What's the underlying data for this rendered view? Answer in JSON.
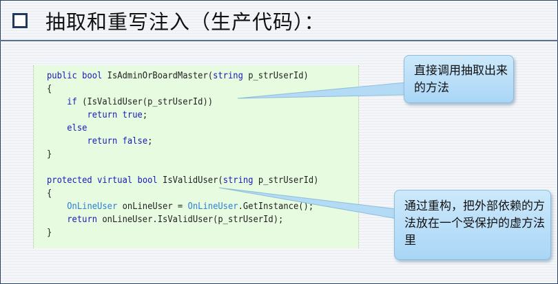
{
  "slide": {
    "title": "抽取和重写注入（生产代码）："
  },
  "code": {
    "lines": [
      [
        {
          "t": "public",
          "c": "kw"
        },
        {
          "t": " "
        },
        {
          "t": "bool",
          "c": "kw"
        },
        {
          "t": " IsAdminOrBoardMaster("
        },
        {
          "t": "string",
          "c": "kw"
        },
        {
          "t": " p_strUserId)"
        }
      ],
      [
        {
          "t": "{"
        }
      ],
      [
        {
          "t": "    "
        },
        {
          "t": "if",
          "c": "kw"
        },
        {
          "t": " (IsValidUser(p_strUserId))"
        }
      ],
      [
        {
          "t": "        "
        },
        {
          "t": "return",
          "c": "kw"
        },
        {
          "t": " "
        },
        {
          "t": "true",
          "c": "kw"
        },
        {
          "t": ";"
        }
      ],
      [
        {
          "t": "    "
        },
        {
          "t": "else",
          "c": "kw"
        }
      ],
      [
        {
          "t": "        "
        },
        {
          "t": "return",
          "c": "kw"
        },
        {
          "t": " "
        },
        {
          "t": "false",
          "c": "kw"
        },
        {
          "t": ";"
        }
      ],
      [
        {
          "t": "}"
        }
      ],
      [
        {
          "t": ""
        }
      ],
      [
        {
          "t": "protected",
          "c": "kw"
        },
        {
          "t": " "
        },
        {
          "t": "virtual",
          "c": "kw"
        },
        {
          "t": " "
        },
        {
          "t": "bool",
          "c": "kw"
        },
        {
          "t": " IsValidUser("
        },
        {
          "t": "string",
          "c": "kw"
        },
        {
          "t": " p_strUserId)"
        }
      ],
      [
        {
          "t": "{"
        }
      ],
      [
        {
          "t": "    "
        },
        {
          "t": "OnLineUser",
          "c": "ty"
        },
        {
          "t": " onLineUser = "
        },
        {
          "t": "OnLineUser",
          "c": "ty"
        },
        {
          "t": ".GetInstance();"
        }
      ],
      [
        {
          "t": "    "
        },
        {
          "t": "return",
          "c": "kw"
        },
        {
          "t": " onLineUser.IsValidUser(p_strUserId);"
        }
      ],
      [
        {
          "t": "}"
        }
      ]
    ]
  },
  "callouts": {
    "top": "直接调用抽取出来的方法",
    "bottom": "通过重构，把外部依赖的方法放在一个受保护的虚方法里"
  },
  "colors": {
    "keyword": "#1a1ab8",
    "type": "#2e7fd1",
    "code_background": "#e6fbe0",
    "callout_fill": "#b8ddf7"
  }
}
